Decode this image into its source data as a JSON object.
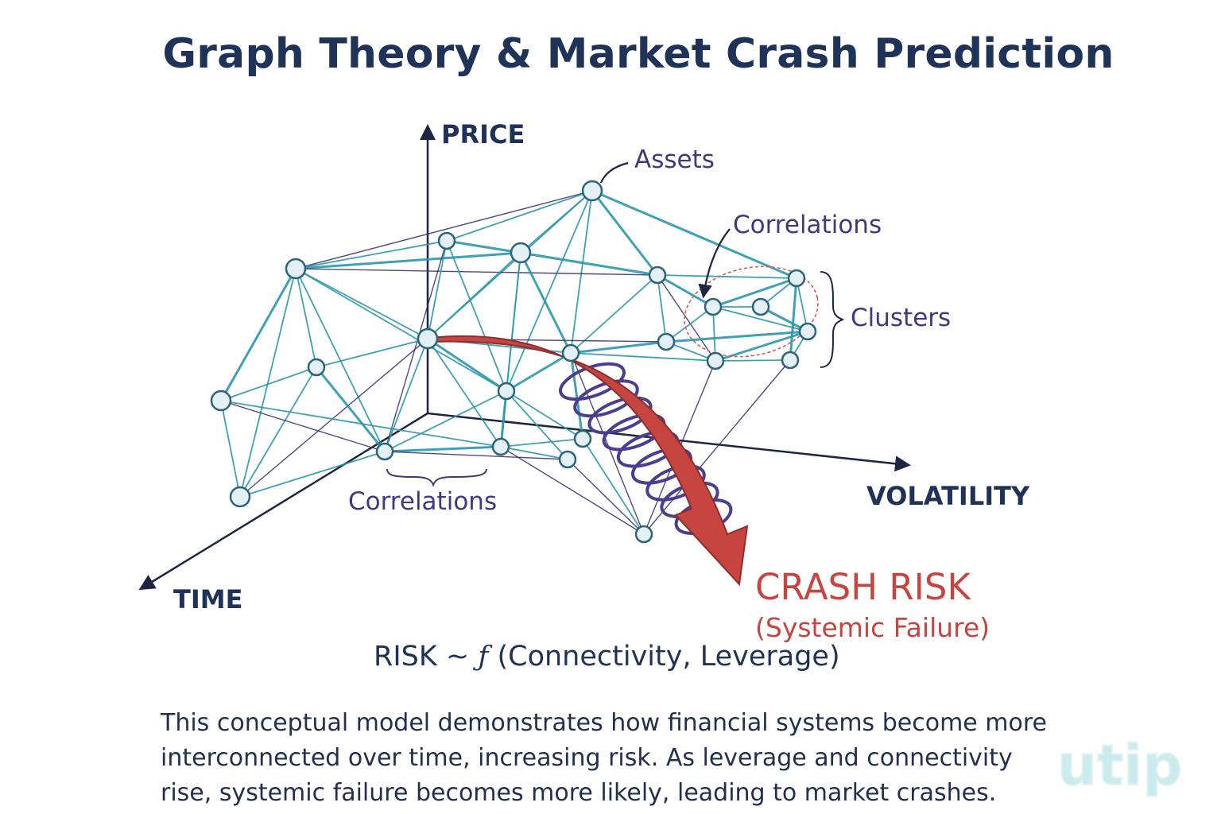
{
  "title": "Graph Theory & Market Crash Prediction",
  "axes": {
    "price": "PRICE",
    "volatility": "VOLATILITY",
    "time": "TIME"
  },
  "annotations": {
    "assets": "Assets",
    "correlations_top": "Correlations",
    "clusters": "Clusters",
    "correlations_bottom": "Correlations"
  },
  "crash": {
    "title": "CRASH RISK",
    "subtitle": "(Systemic Failure)"
  },
  "formula": {
    "left": "RISK ~ ",
    "f": "ƒ",
    "right": " (Connectivity, Leverage)"
  },
  "description": "This conceptual model demonstrates how financial systems become more interconnected over time, increasing risk. As leverage and connectivity rise, systemic failure becomes more likely, leading to market crashes.",
  "colors": {
    "edge": "#2a97ad",
    "edge_dark": "#2f2a6b",
    "node_fill": "#e3f1f7",
    "node_stroke": "#2d6478",
    "axis": "#1c2642",
    "arrow": "#c64541",
    "spring": "#4b3d8f",
    "annotation": "#3f3a7c",
    "title": "#1f3358"
  },
  "logo_text": "utip"
}
